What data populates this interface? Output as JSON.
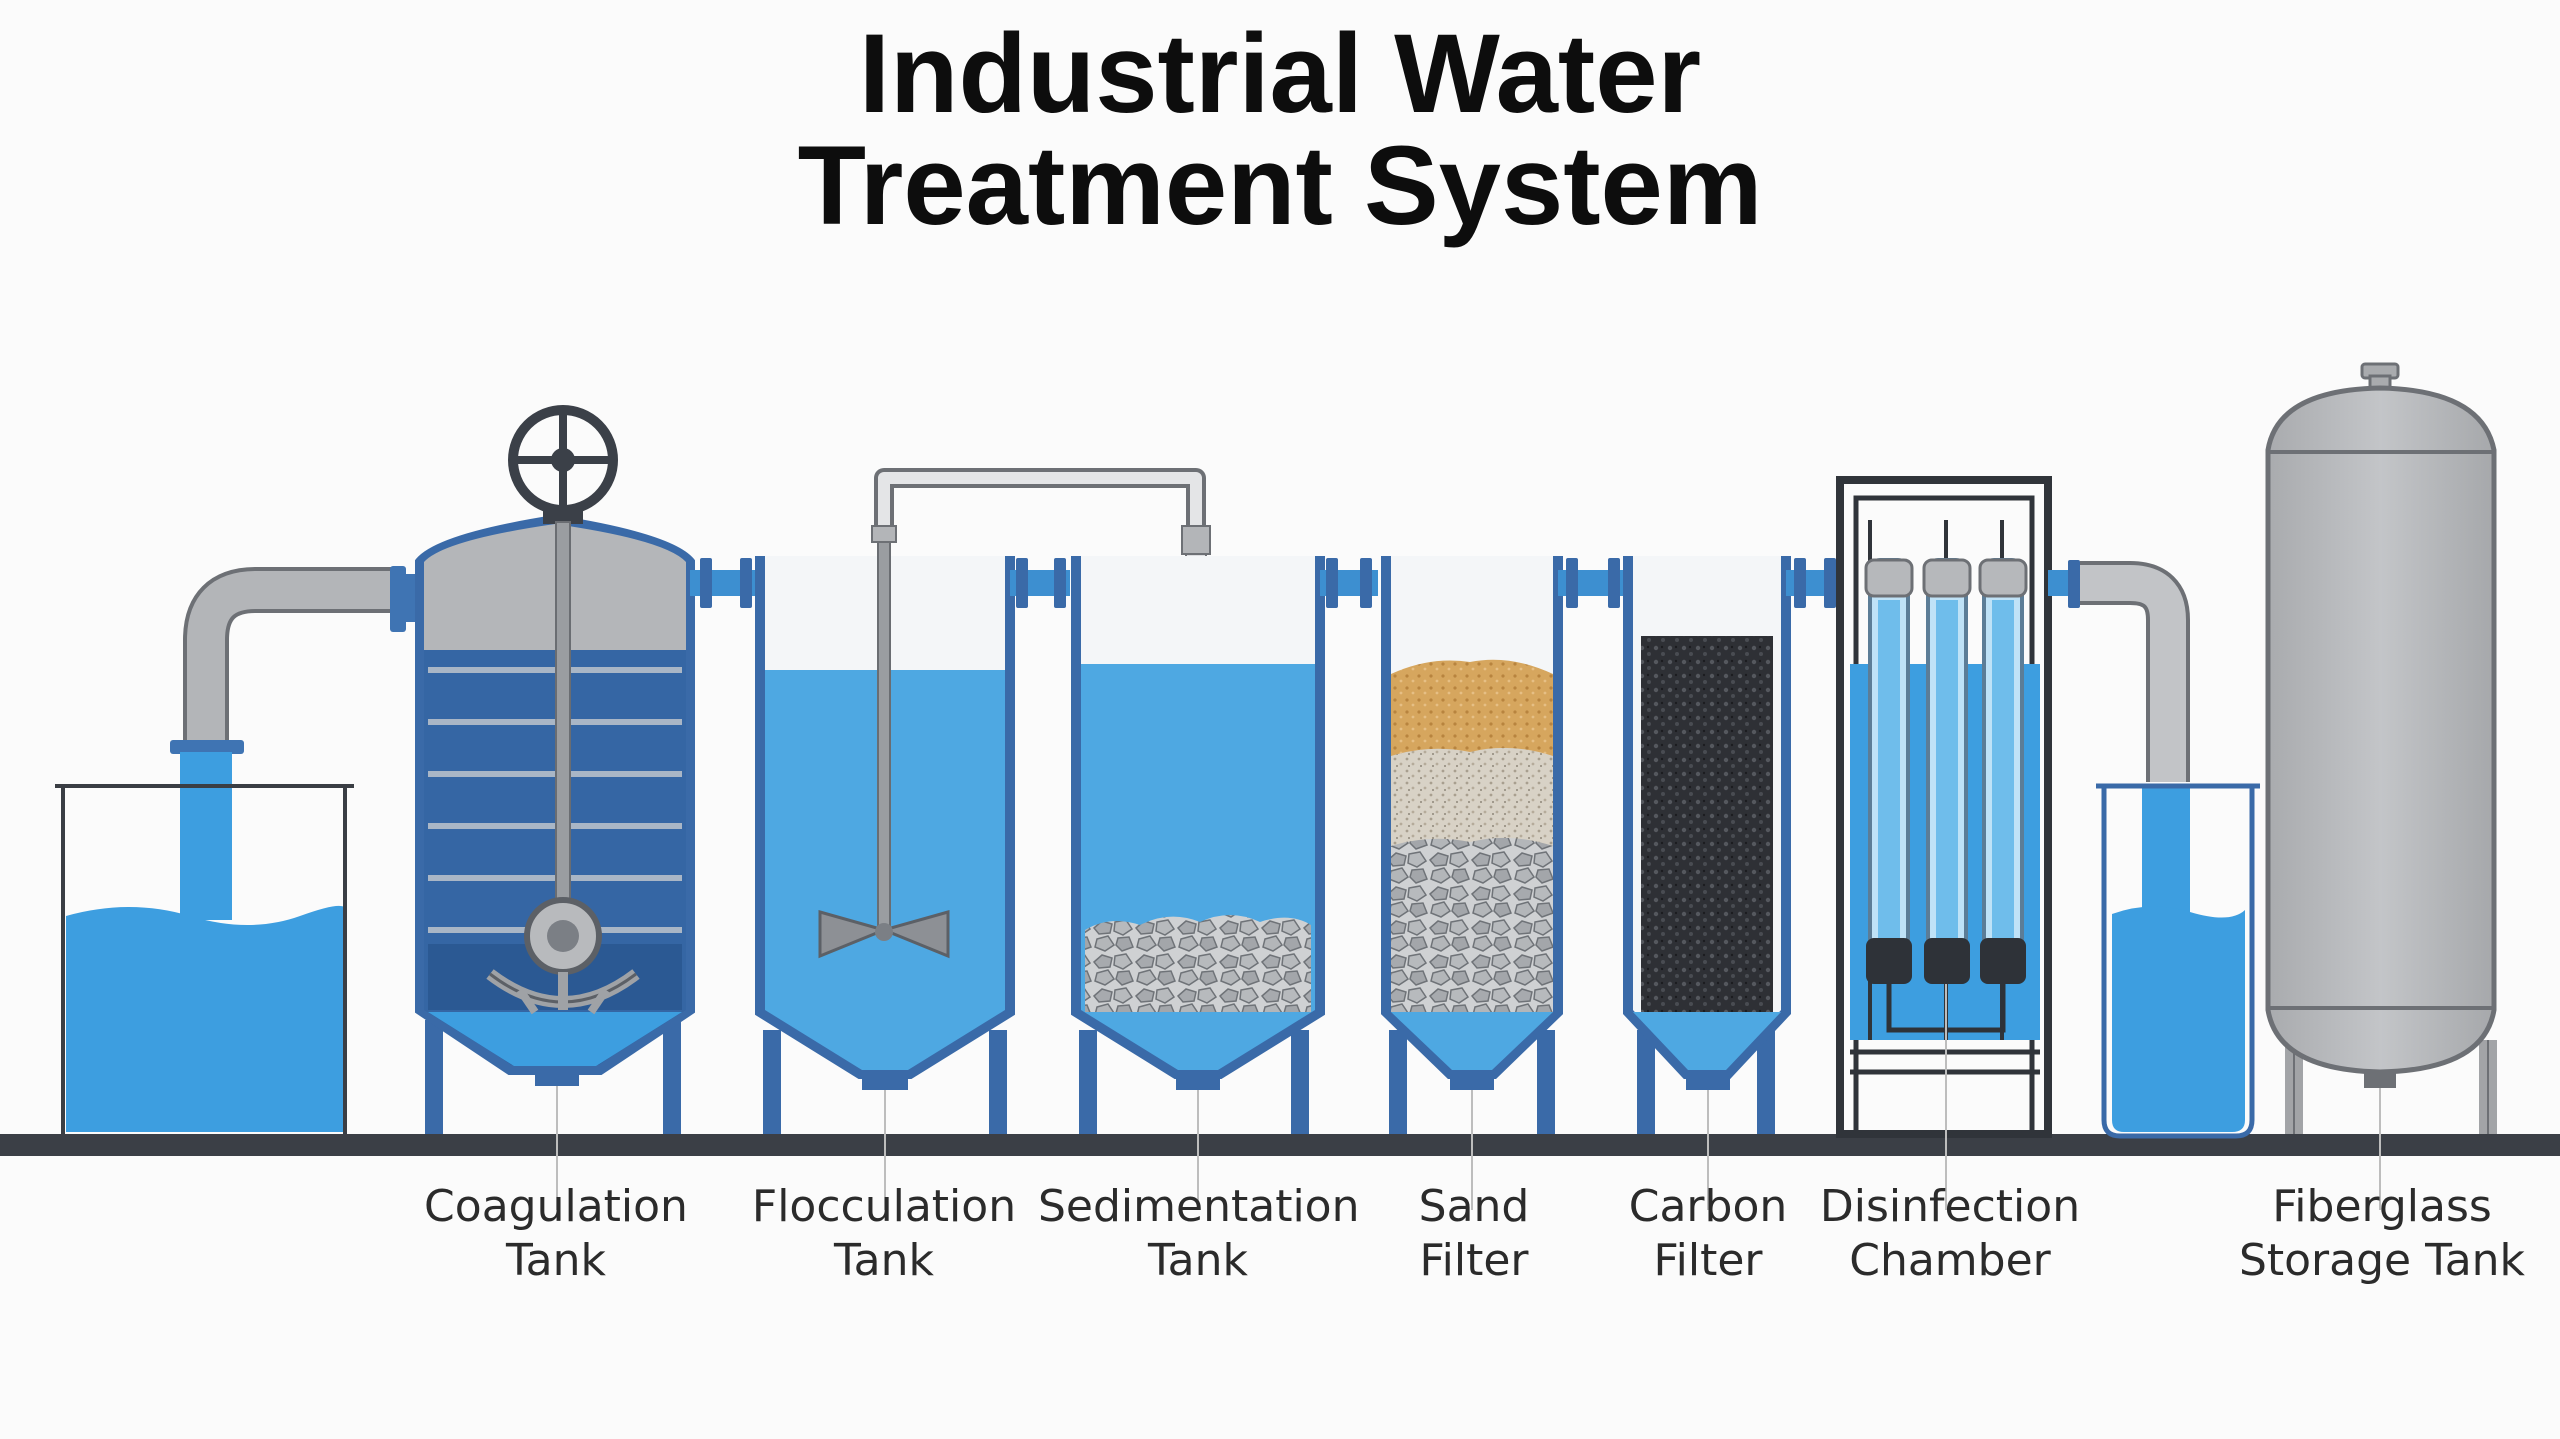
{
  "title": {
    "line1": "Industrial Water",
    "line2": "Treatment System"
  },
  "stages": [
    {
      "id": "coagulation",
      "line1": "Coagulation",
      "line2": "Tank"
    },
    {
      "id": "flocculation",
      "line1": "Flocculation",
      "line2": "Tank"
    },
    {
      "id": "sedimentation",
      "line1": "Sedimentation",
      "line2": "Tank"
    },
    {
      "id": "sand",
      "line1": "Sand",
      "line2": "Filter"
    },
    {
      "id": "carbon",
      "line1": "Carbon",
      "line2": "Filter"
    },
    {
      "id": "disinfection",
      "line1": "Disinfection",
      "line2": "Chamber"
    },
    {
      "id": "storage",
      "line1": "Fiberglass",
      "line2": "Storage Tank"
    }
  ],
  "colors": {
    "water": "#3d9ee0",
    "steel_blue": "#3a6aa8",
    "pipe_gray": "#9a9a9a",
    "sand": "#d2a460",
    "carbon": "#2f3136",
    "ground": "#3b3f46"
  }
}
